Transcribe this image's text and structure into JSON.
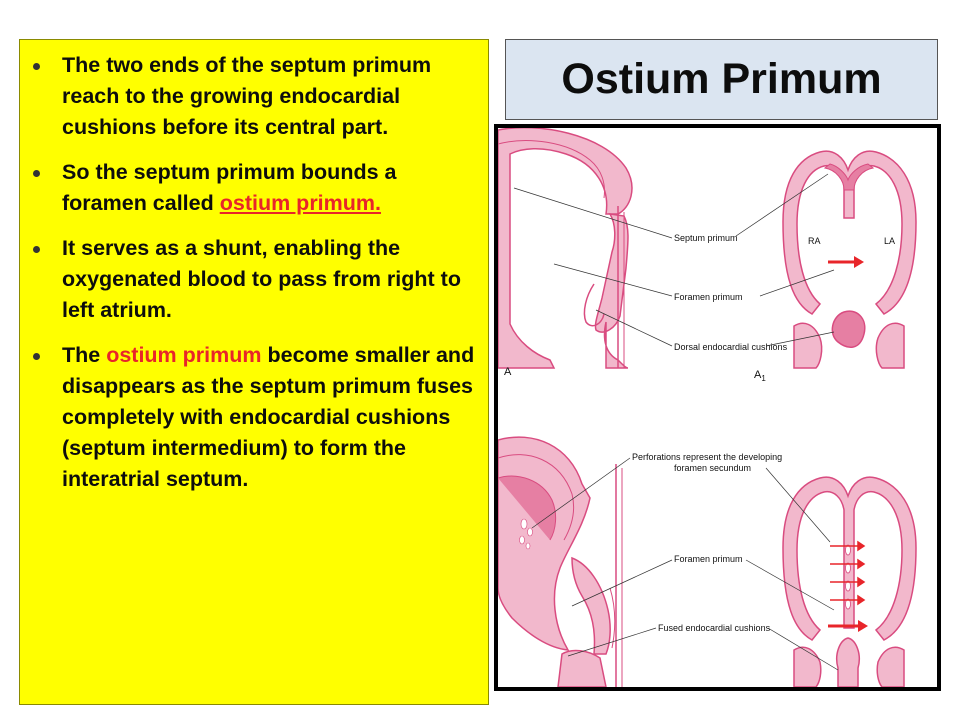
{
  "slide": {
    "title": "Ostium Primum",
    "bullets": [
      {
        "segments": [
          {
            "text": "The two ends of the septum primum  reach to the growing endocardial cushions before its central part."
          }
        ]
      },
      {
        "segments": [
          {
            "text": "So the septum primum bounds a foramen called "
          },
          {
            "text": "ostium primum.",
            "style": "red-underline"
          }
        ]
      },
      {
        "segments": [
          {
            "text": "It serves as a shunt, enabling the oxygenated blood to pass from right to left atrium."
          }
        ]
      },
      {
        "segments": [
          {
            "text": "The "
          },
          {
            "text": "ostium primum",
            "style": "red"
          },
          {
            "text": " become smaller and disappears as the septum primum fuses completely with endocardial cushions (septum intermedium) to form the interatrial septum."
          }
        ]
      }
    ]
  },
  "figure": {
    "labels": {
      "septum_primum": "Septum primum",
      "ra": "RA",
      "la": "LA",
      "foramen_primum_top": "Foramen primum",
      "dorsal_endocardial_cushions": "Dorsal endocardial cushions",
      "panel_a": "A",
      "panel_a1": "A",
      "panel_a1_sub": "1",
      "perforations_line1": "Perforations represent the developing",
      "perforations_line2": "foramen secundum",
      "foramen_primum_bottom": "Foramen primum",
      "fused_endocardial_cushions": "Fused endocardial cushions"
    },
    "colors": {
      "tissue_fill": "#f2b8cc",
      "tissue_stroke": "#d94c80",
      "inner_fill": "#e67fa3",
      "arrow": "#e8252a",
      "bullet_highlight": "#e8252a",
      "panel_background": "#ffff00"
    }
  }
}
